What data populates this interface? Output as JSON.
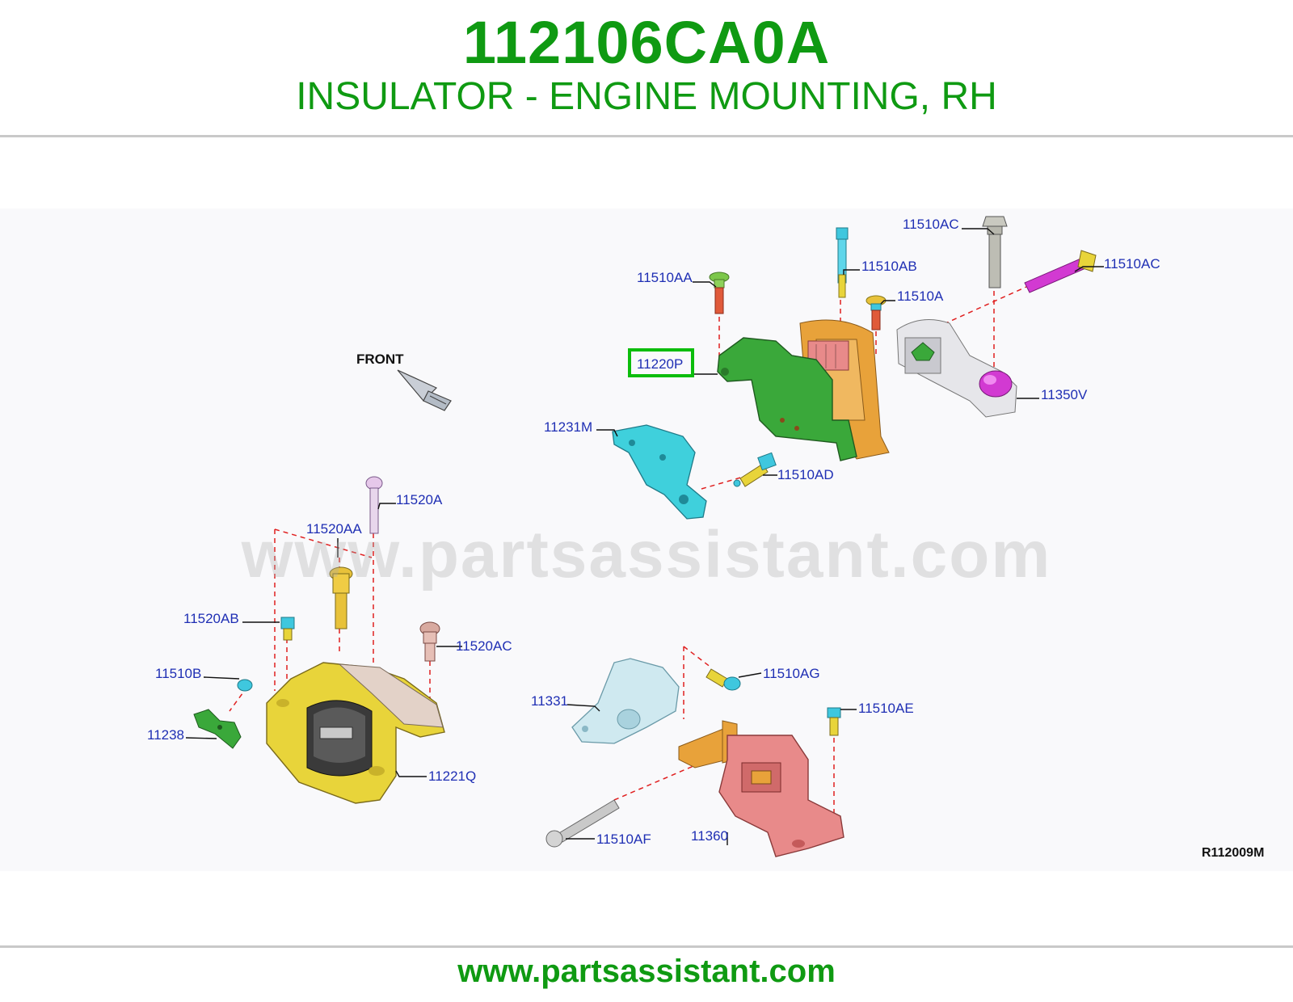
{
  "header": {
    "part_number": "112106CA0A",
    "part_name": "INSULATOR - ENGINE MOUNTING, RH"
  },
  "diagram": {
    "front_label": "FRONT",
    "ref_code": "R112009M",
    "highlighted_callout": "11220P",
    "callouts": {
      "c11510AC_top": "11510AC",
      "c11510AC_right": "11510AC",
      "c11510AB": "11510AB",
      "c11510AA": "11510AA",
      "c11510A": "11510A",
      "c11220P": "11220P",
      "c11350V": "11350V",
      "c11231M": "11231M",
      "c11510AD": "11510AD",
      "c11520A": "11520A",
      "c11520AA": "11520AA",
      "c11520AB": "11520AB",
      "c11520AC": "11520AC",
      "c11510B": "11510B",
      "c11238": "11238",
      "c11221Q": "11221Q",
      "c11510AG": "11510AG",
      "c11331": "11331",
      "c11510AE": "11510AE",
      "c11510AF": "11510AF",
      "c11360": "11360"
    },
    "part_colors": {
      "bracket_green": "#3aa83a",
      "mount_orange": "#e8a23a",
      "insulator_grey": "#e6e6ea",
      "cyan": "#3fd0dc",
      "yellow": "#e8d43a",
      "pink": "#e88a8a",
      "magenta": "#d23ad2",
      "pale_blue": "#cfe9f0",
      "beige": "#e3d2c8"
    }
  },
  "watermark": "www.partsassistant.com",
  "footer": {
    "url": "www.partsassistant.com"
  }
}
